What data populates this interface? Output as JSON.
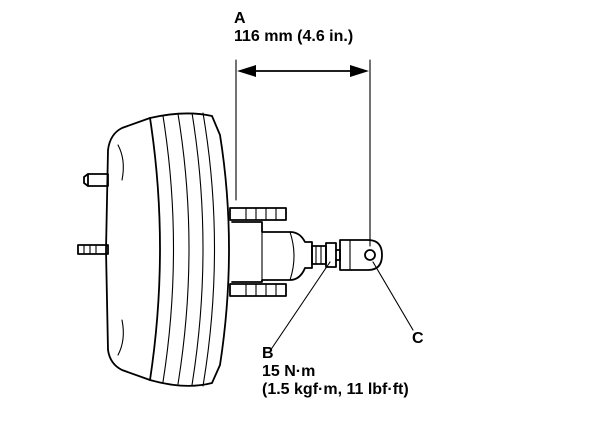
{
  "callouts": {
    "a": {
      "letter": "A",
      "value": "116 mm (4.6 in.)"
    },
    "b": {
      "letter": "B",
      "torque": "15 N·m",
      "torque_alt": "(1.5 kgf·m, 11 lbf·ft)"
    },
    "c": {
      "letter": "C"
    }
  }
}
